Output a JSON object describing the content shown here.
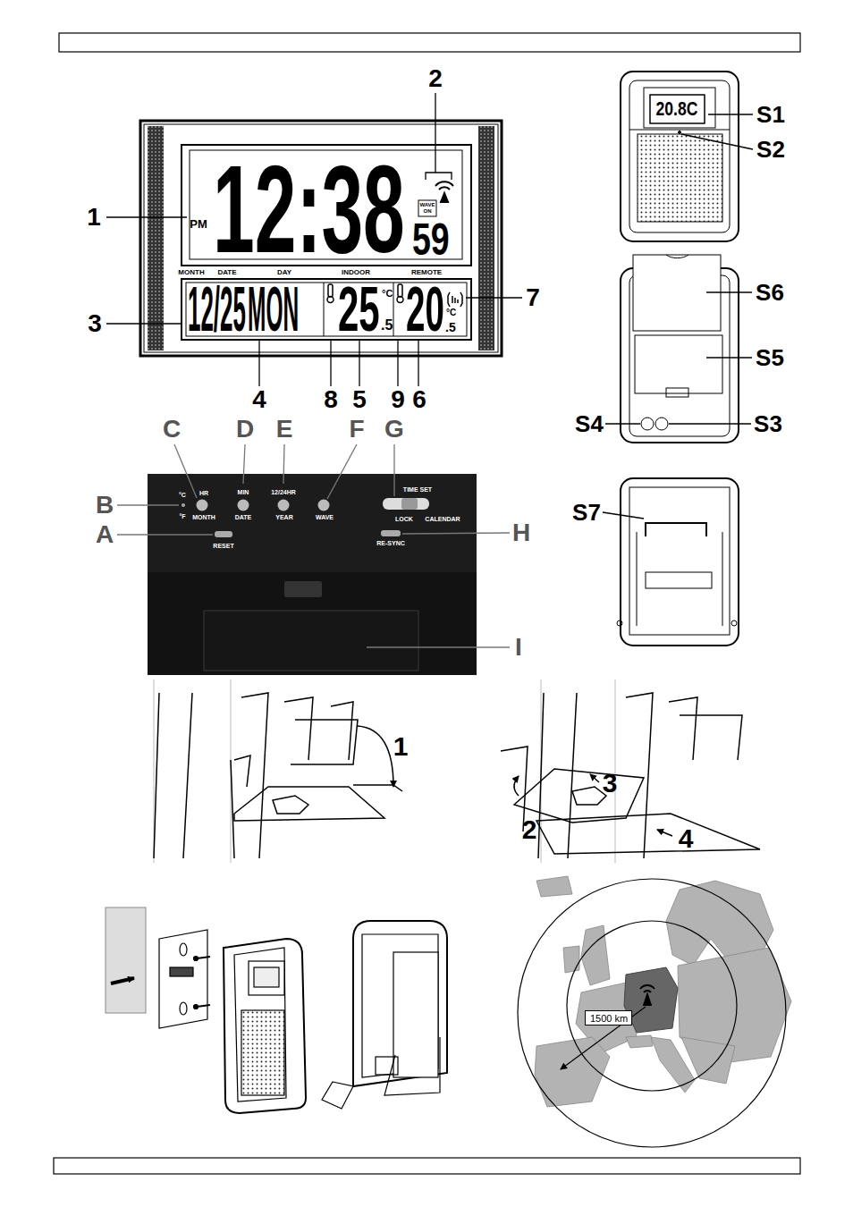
{
  "diagram": {
    "nodes": [
      {
        "text": [
          "1500 km"
        ]
      }
    ],
    "labels": [
      "PM",
      "12:38",
      "59",
      "WAVE ON",
      "2",
      "1",
      "MONTH",
      "DATE",
      "DAY",
      "INDOOR",
      "REMOTE",
      "12/25",
      "MON",
      "25",
      "°C",
      ".5",
      "20",
      "°C",
      ".5",
      "3",
      "7",
      "4",
      "8",
      "5",
      "9",
      "6",
      "°C",
      "°F",
      "HR",
      "MONTH",
      "MIN",
      "DATE",
      "12/24HR",
      "YEAR",
      "WAVE",
      "TIME SET",
      "LOCK",
      "CALENDAR",
      "RESET",
      "RE-SYNC",
      "A",
      "B",
      "C",
      "D",
      "E",
      "F",
      "G",
      "H",
      "I",
      "20.8C",
      "S1",
      "S2",
      "S6",
      "S5",
      "S4",
      "S3",
      "S7",
      "1",
      "2",
      "3",
      "4"
    ]
  }
}
